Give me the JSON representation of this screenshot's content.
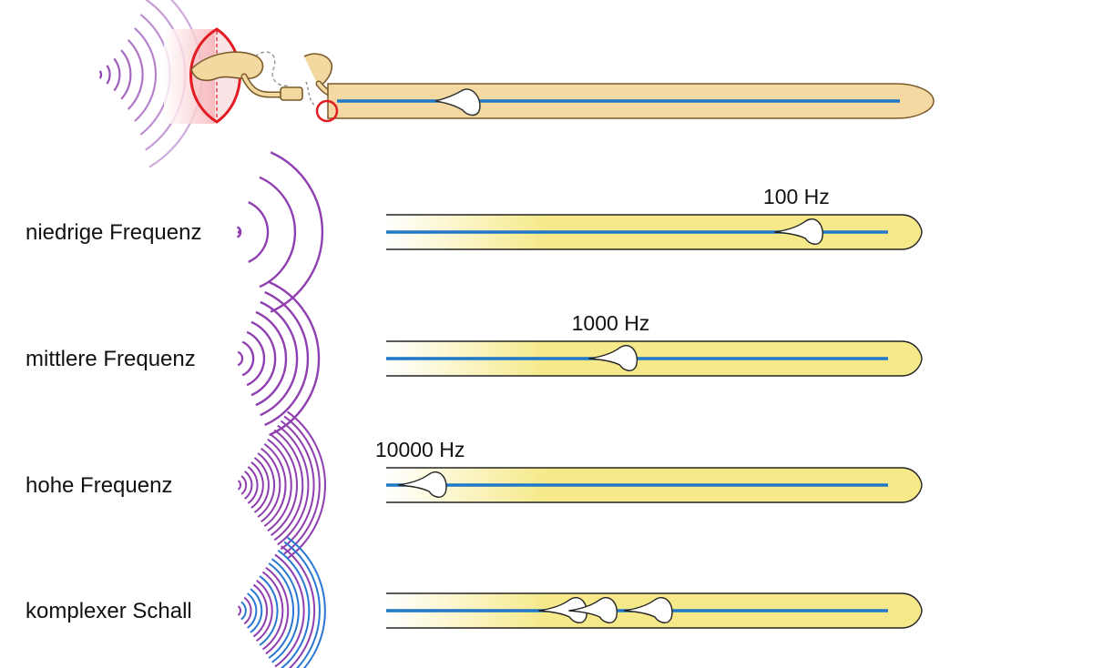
{
  "rows": [
    {
      "label": "niedrige Frequenz",
      "freq_label": "100 Hz",
      "wave": "low",
      "peaks": [
        0.85
      ]
    },
    {
      "label": "mittlere Frequenz",
      "freq_label": "1000 Hz",
      "wave": "mid",
      "peaks": [
        0.48
      ]
    },
    {
      "label": "hohe Frequenz",
      "freq_label": "10000 Hz",
      "wave": "high",
      "peaks": [
        0.1
      ]
    },
    {
      "label": "komplexer Schall",
      "freq_label": "",
      "wave": "complex",
      "peaks": [
        0.38,
        0.44,
        0.55
      ]
    }
  ],
  "colors": {
    "wave_purple": "#8f3fb0",
    "wave_blue": "#2a78d2",
    "basilar_line": "#1f78c8",
    "cochlea_fill": "#f6e98a",
    "cochlea_fill_top": "#f4d9a2",
    "ear_red": "#e31b23",
    "ossicle_fill": "#f3d9a0",
    "ossicle_stroke": "#7a5a2a"
  }
}
